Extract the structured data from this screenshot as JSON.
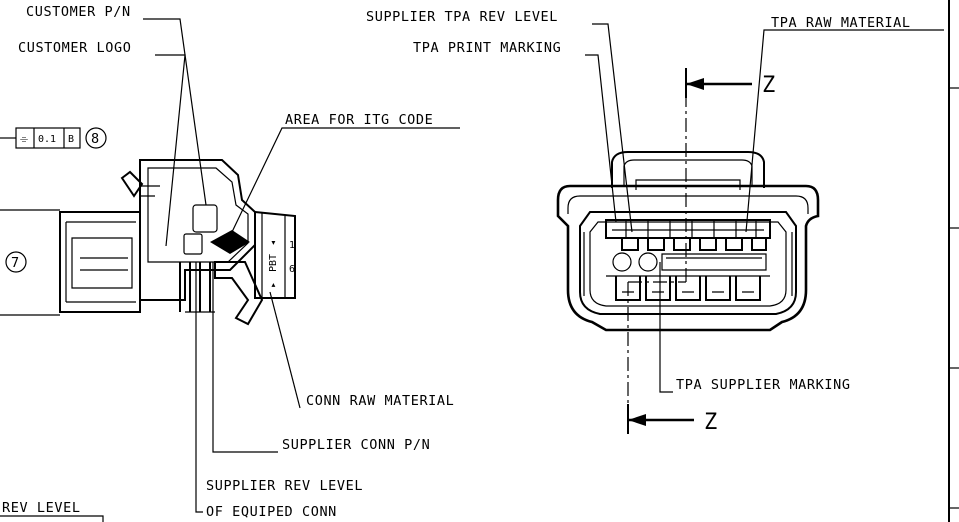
{
  "callouts": {
    "customer_pn": "CUSTOMER P/N",
    "customer_logo": "CUSTOMER LOGO",
    "area_itg_code": "AREA FOR ITG CODE",
    "conn_raw_material": "CONN RAW MATERIAL",
    "supplier_conn_pn": "SUPPLIER CONN P/N",
    "supplier_rev_level_1": "SUPPLIER REV LEVEL",
    "supplier_rev_level_2": "OF EQUIPED CONN",
    "rev_level": "REV LEVEL",
    "supplier_tpa_rev_level": "SUPPLIER TPA REV LEVEL",
    "tpa_raw_material": "TPA RAW MATERIAL",
    "tpa_print_marking": "TPA PRINT MARKING",
    "tpa_supplier_marking": "TPA SUPPLIER MARKING"
  },
  "tolerance_frame": {
    "symbol": "⌯",
    "value": "0.1",
    "datum": "B"
  },
  "balloons": {
    "note_8": "8",
    "note_7": "7"
  },
  "section_marks": {
    "top": "Z",
    "bottom": "Z"
  },
  "part_marking": {
    "material": "PBT",
    "pin_1": "1",
    "pin_6": "6"
  }
}
